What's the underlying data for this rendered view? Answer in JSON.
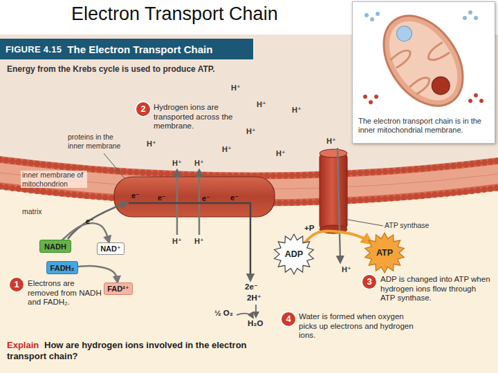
{
  "diagram": {
    "title": "Electron Transport Chain",
    "nodes": [
      {
        "text": [
          "FIGURE 4.15",
          "The Electron Transport Chain"
        ]
      },
      {
        "text": [
          "The electron transport chain is in the inner mitochondrial membrane."
        ]
      },
      {
        "text": [
          "NADH"
        ]
      },
      {
        "text": [
          "NAD⁺"
        ]
      },
      {
        "text": [
          "FADH₂"
        ]
      },
      {
        "text": [
          "FAD²⁺"
        ]
      },
      {
        "text": [
          "ADP"
        ]
      },
      {
        "text": [
          "ATP"
        ]
      }
    ],
    "edges": [
      {
        "from": 2,
        "to": 3,
        "arrow": "to"
      },
      {
        "from": 4,
        "to": 5,
        "arrow": "to"
      },
      {
        "from": 6,
        "to": 7,
        "arrow": "to"
      }
    ],
    "labels": [
      "Energy from the Krebs cycle is used to produce ATP.",
      "2",
      "Hydrogen ions are transported across the membrane.",
      "H⁺",
      "H⁺",
      "H⁺",
      "H⁺",
      "H⁺",
      "H⁺",
      "H⁺",
      "H⁺",
      "proteins in the inner membrane",
      "inner membrane of mitochondrion",
      "matrix",
      "H⁺",
      "H⁺",
      "e⁻",
      "e⁻",
      "e⁻",
      "e⁻",
      "H⁺",
      "H⁺",
      "e⁻",
      "ATP synthase",
      "+P",
      "H⁺",
      "1",
      "Electrons are removed from NADH and FADH₂.",
      "2e⁻",
      "2H⁺",
      "3",
      "ADP is changed into ATP when hydrogen ions flow through ATP synthase.",
      "½ O₂",
      "H₂O",
      "4",
      "Water is formed when oxygen picks up electrons and hydrogen ions.",
      "Explain",
      "How are hydrogen ions involved in the electron transport chain?"
    ]
  }
}
